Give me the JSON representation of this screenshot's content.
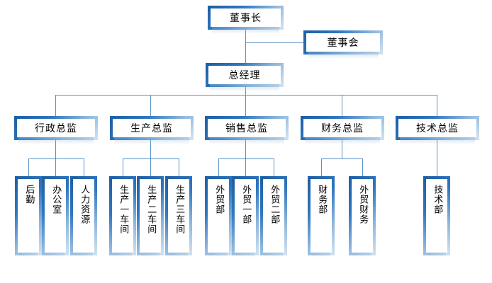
{
  "chart": {
    "type": "org-chart",
    "title_text": "",
    "colors": {
      "box_border_dark": "#1f5fa4",
      "box_border_light": "#cfe0ef",
      "connector": "#5b91c4",
      "background": "#ffffff",
      "text": "#000000"
    },
    "top": {
      "chairman": "董事长",
      "board": "董事会",
      "general_manager": "总经理"
    },
    "directors": [
      {
        "label": "行政总监"
      },
      {
        "label": "生产总监"
      },
      {
        "label": "销售总监"
      },
      {
        "label": "财务总监"
      },
      {
        "label": "技术总监"
      }
    ],
    "departments": {
      "admin": [
        {
          "label": "后勤"
        },
        {
          "label": "办公室"
        },
        {
          "label": "人力资源"
        }
      ],
      "production": [
        {
          "label": "生产一车间"
        },
        {
          "label": "生产二车间"
        },
        {
          "label": "生产三车间"
        }
      ],
      "sales": [
        {
          "label": "外贸部"
        },
        {
          "label": "外贸一部"
        },
        {
          "label": "外贸二部"
        }
      ],
      "finance": [
        {
          "label": "财务部"
        },
        {
          "label": "外贸财务"
        }
      ],
      "technology": [
        {
          "label": "技术部"
        }
      ]
    }
  }
}
